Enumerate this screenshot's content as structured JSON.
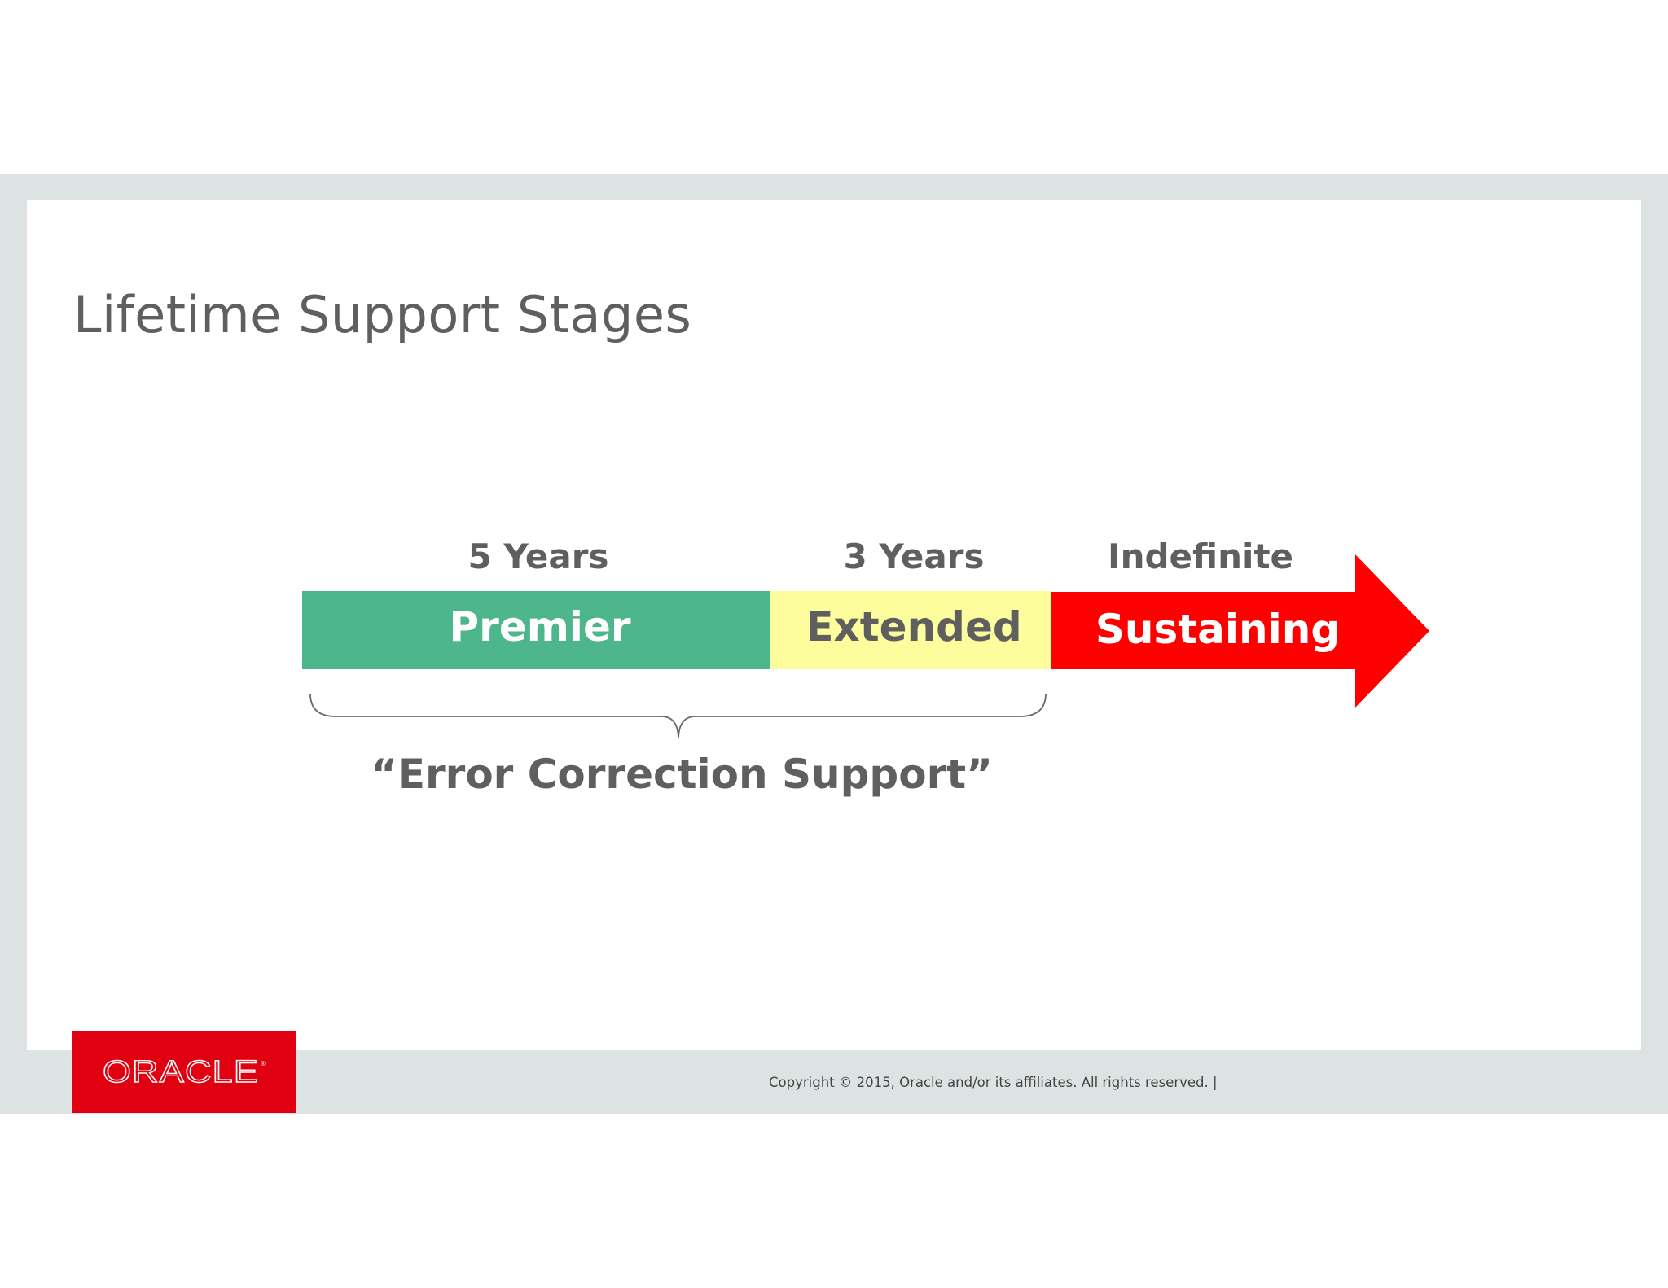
{
  "slide": {
    "title": "Lifetime Support Stages"
  },
  "stages": [
    {
      "duration": "5 Years",
      "name": "Premier",
      "fill": "#4db68b",
      "text_color": "#ffffff"
    },
    {
      "duration": "3 Years",
      "name": "Extended",
      "fill": "#fdfd9e",
      "text_color": "#5f5f5f"
    },
    {
      "duration": "Indefinite",
      "name": "Sustaining",
      "fill": "#ff0000",
      "text_color": "#ffffff"
    }
  ],
  "brace": {
    "label": "“Error Correction Support”"
  },
  "footer": {
    "copyright": "Copyright © 2015, Oracle and/or its affiliates. All rights reserved.  |",
    "logo_text": "ORACLE",
    "logo_mark": "®",
    "logo_color": "#e1000f"
  },
  "colors": {
    "label_gray": "#5f5f5f",
    "frame_gray": "#dde3e2"
  }
}
